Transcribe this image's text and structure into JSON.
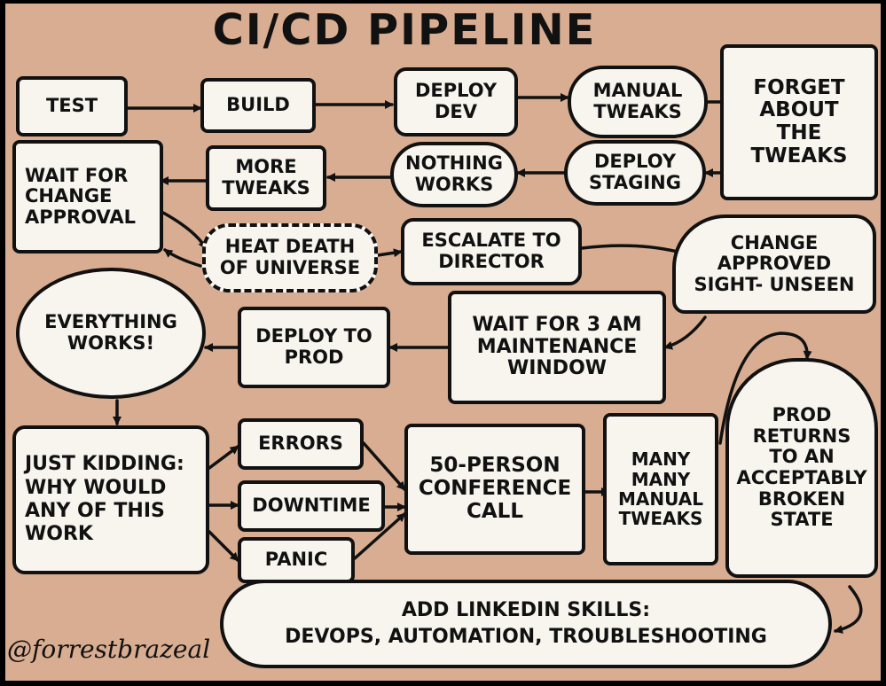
{
  "diagram": {
    "title": "CI/CD PIPELINE",
    "signature": "@forrestbrazeal",
    "nodes": {
      "test": "TEST",
      "build": "BUILD",
      "deploy_dev": "DEPLOY\nDEV",
      "manual_tweaks": "MANUAL\nTWEAKS",
      "forget_tweaks": "FORGET\nABOUT\nTHE\nTWEAKS",
      "deploy_staging": "DEPLOY\nSTAGING",
      "nothing_works": "NOTHING\nWORKS",
      "more_tweaks": "MORE\nTWEAKS",
      "wait_change_approval": "WAIT FOR\nCHANGE\nAPPROVAL",
      "heat_death": "HEAT DEATH\nOF UNIVERSE",
      "escalate_director": "ESCALATE TO\nDIRECTOR",
      "change_approved": "CHANGE\nAPPROVED\nSIGHT- UNSEEN",
      "wait_3am": "WAIT FOR 3 AM\nMAINTENANCE\nWINDOW",
      "deploy_prod": "DEPLOY TO\nPROD",
      "everything_works": "EVERYTHING\nWORKS!",
      "just_kidding": "JUST KIDDING:\nWHY WOULD\nANY OF THIS\nWORK",
      "errors": "ERRORS",
      "downtime": "DOWNTIME",
      "panic": "PANIC",
      "conference_call": "50-PERSON\nCONFERENCE\nCALL",
      "many_manual_tweaks": "MANY\nMANY\nMANUAL\nTWEAKS",
      "prod_returns": "PROD\nRETURNS\nTO AN\nACCEPTABLY\nBROKEN\nSTATE",
      "linkedin": "ADD LINKEDIN SKILLS:\nDEVOPS, AUTOMATION, TROUBLESHOOTING"
    }
  }
}
